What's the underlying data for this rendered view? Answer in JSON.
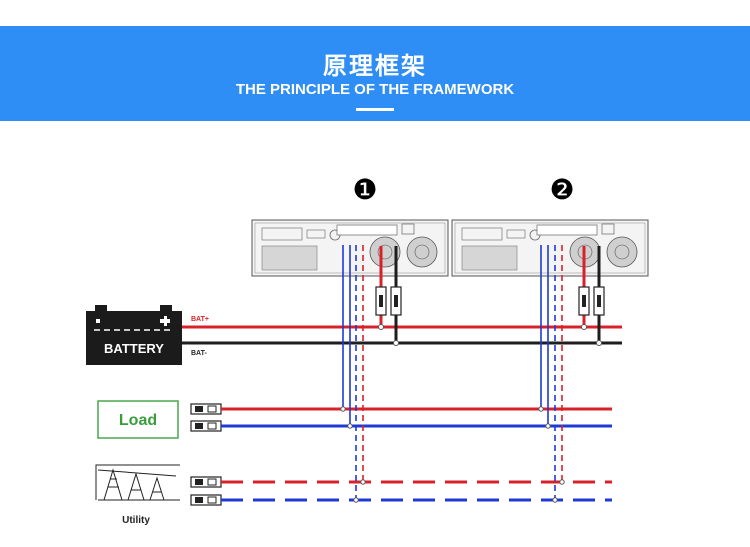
{
  "header": {
    "title_cn": "原理框架",
    "title_en": "THE PRINCIPLE OF THE FRAMEWORK"
  },
  "units": [
    {
      "marker": "❶"
    },
    {
      "marker": "❷"
    }
  ],
  "battery": {
    "label": "BATTERY",
    "pos_terminal": "BAT+",
    "neg_terminal": "BAT-"
  },
  "load": {
    "label": "Load"
  },
  "utility": {
    "label": "Utility"
  },
  "colors": {
    "banner": "#2f8ef5",
    "positive_wire": "#d9212a",
    "negative_wire": "#1e1e1e",
    "ac_wire_blue": "#1d3ad6",
    "load_border": "#49a84c",
    "load_text": "#3a9d3c"
  }
}
